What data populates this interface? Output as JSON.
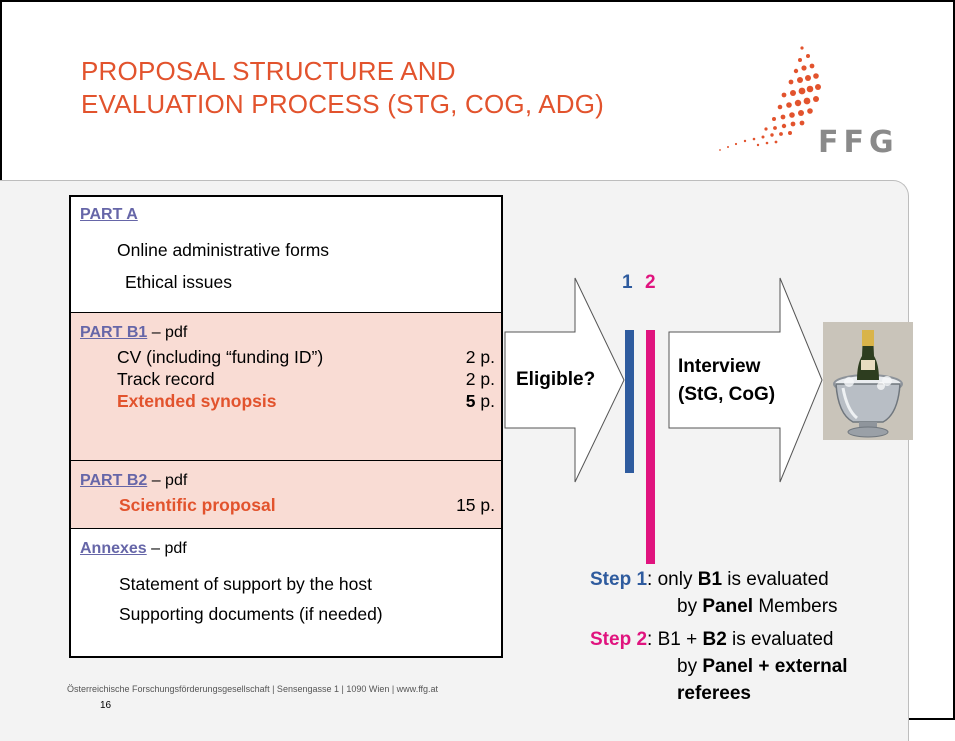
{
  "title": {
    "line1": "PROPOSAL STRUCTURE AND",
    "line2": "EVALUATION PROCESS (STG, COG, ADG)"
  },
  "logo": {
    "text": "FFG",
    "icon": "ffg-dotted-swoosh-logo-icon",
    "color": "#e2532d"
  },
  "parts": {
    "part_a": {
      "heading": "PART A",
      "items": [
        "Online administrative forms",
        "Ethical issues"
      ]
    },
    "part_b1": {
      "heading": "PART B1",
      "suffix": " – pdf",
      "items": [
        {
          "label": "CV (including “funding ID”)",
          "pages": "2 p."
        },
        {
          "label": "Track record",
          "pages": "2 p."
        },
        {
          "label": "Extended synopsis",
          "pages_num": "5",
          "pages_unit": " p."
        }
      ]
    },
    "part_b2": {
      "heading": "PART B2",
      "suffix": " – pdf",
      "items": [
        {
          "label": "Scientific proposal",
          "pages": "15 p."
        }
      ]
    },
    "annexes": {
      "heading": "Annexes",
      "suffix": " – pdf",
      "items": [
        "Statement of support by the host",
        "Supporting documents (if needed)"
      ]
    }
  },
  "process": {
    "eligible_label": "Eligible?",
    "step_marker_1": "1",
    "step_marker_2": "2",
    "interview_line1": "Interview",
    "interview_line2": "(StG, CoG)",
    "photo_icon": "champagne-bucket-photo"
  },
  "steps": {
    "step1_label": "Step 1",
    "step1_text_a": ": only ",
    "step1_bold": "B1",
    "step1_text_b": " is evaluated",
    "step1_line2_a": "by ",
    "step1_line2_bold": "Panel",
    "step1_line2_b": " Members",
    "step2_label": "Step 2",
    "step2_text_a": ": B1 + ",
    "step2_bold": "B2",
    "step2_text_b": " is evaluated",
    "step2_line2_a": "by ",
    "step2_line2_bold": "Panel + external",
    "step2_line3_bold": "referees"
  },
  "footer": {
    "text": "Österreichische Forschungsförderungsgesellschaft | Sensengasse 1 | 1090 Wien | www.ffg.at",
    "page_number": "16"
  },
  "colors": {
    "title": "#e2532d",
    "part_fill": "#f9dcd4",
    "link": "#6666a8",
    "step1_blue": "#2e5b9e",
    "step2_pink": "#e0137e"
  }
}
